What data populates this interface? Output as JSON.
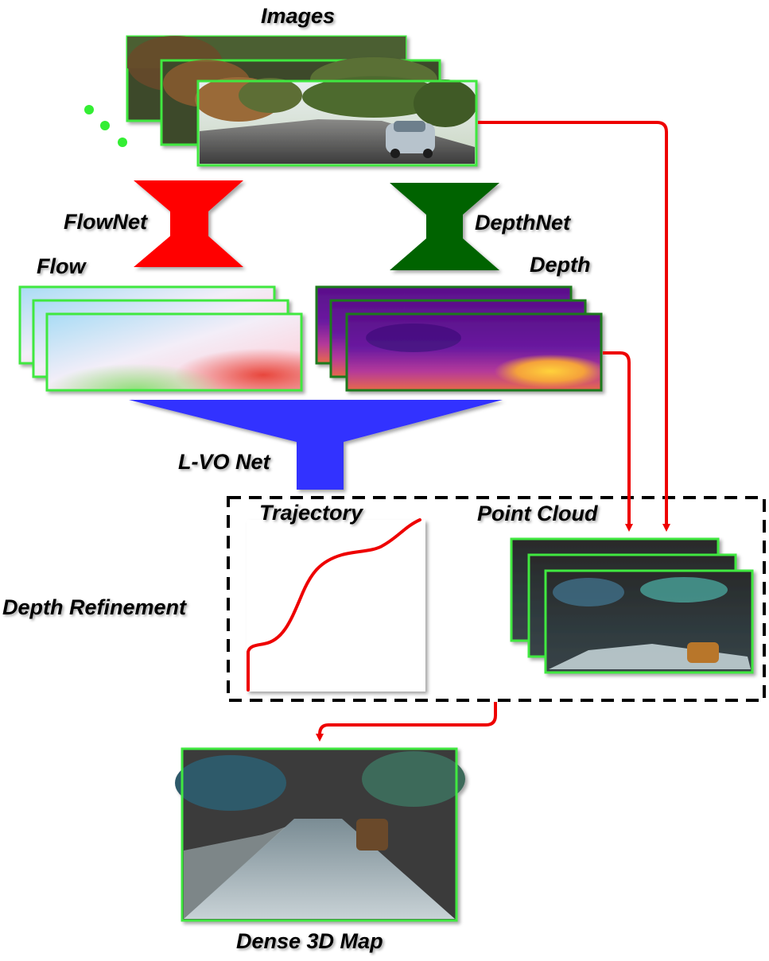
{
  "labels": {
    "images": "Images",
    "flownet": "FlowNet",
    "depthnet": "DepthNet",
    "flow": "Flow",
    "depth": "Depth",
    "lvo_net": "L-VO Net",
    "trajectory": "Trajectory",
    "point_cloud": "Point Cloud",
    "depth_refinement": "Depth Refinement",
    "dense_map": "Dense 3D Map"
  },
  "colors": {
    "frame_border": "#3fe83f",
    "flownet": "#ff0000",
    "depthnet": "#006400",
    "lvo_net": "#3333ff",
    "arrows": "#ee0000",
    "trajectory_curve": "#ee0000",
    "dashed_box": "#000000",
    "ellipsis_dots": "#33ee33"
  }
}
